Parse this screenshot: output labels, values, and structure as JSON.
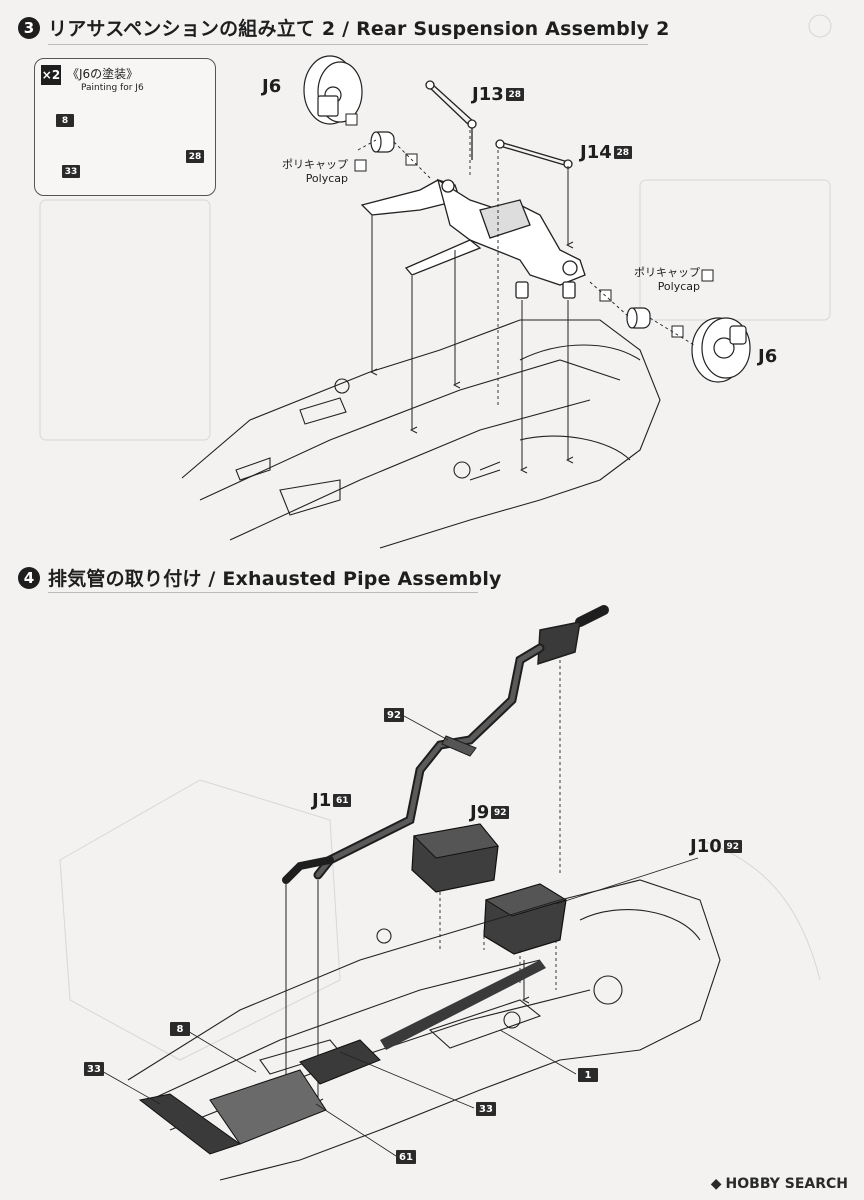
{
  "step3": {
    "number": "3",
    "title": "リアサスペンションの組み立て 2 / Rear Suspension Assembly 2"
  },
  "step4": {
    "number": "4",
    "title": "排気管の取り付け / Exhausted Pipe Assembly"
  },
  "inset": {
    "multiplier": "×2",
    "title_jp": "《J6の塗装》",
    "title_en": "Painting for J6",
    "callouts": [
      "8",
      "33",
      "28"
    ]
  },
  "parts_step3": {
    "j6_left": "J6",
    "j13": "J13",
    "j13_badge": "28",
    "j14": "J14",
    "j14_badge": "28",
    "j6_right": "J6",
    "polycap_left_jp": "ポリキャップ",
    "polycap_left_en": "Polycap",
    "polycap_right_jp": "ポリキャップ",
    "polycap_right_en": "Polycap"
  },
  "parts_step4": {
    "j1": "J1",
    "j1_badge": "61",
    "j9": "J9",
    "j9_badge": "92",
    "j10": "J10",
    "j10_badge": "92",
    "callout_92": "92",
    "callout_8": "8",
    "callout_33_left": "33",
    "callout_33_right": "33",
    "callout_1": "1",
    "callout_61": "61"
  },
  "logo": {
    "text": "HOBBY SEARCH"
  },
  "colors": {
    "ink": "#1e1e1e",
    "paper": "#f3f2f0",
    "part_dark": "#3a3a3a",
    "bleed": "#c9c9c9"
  }
}
